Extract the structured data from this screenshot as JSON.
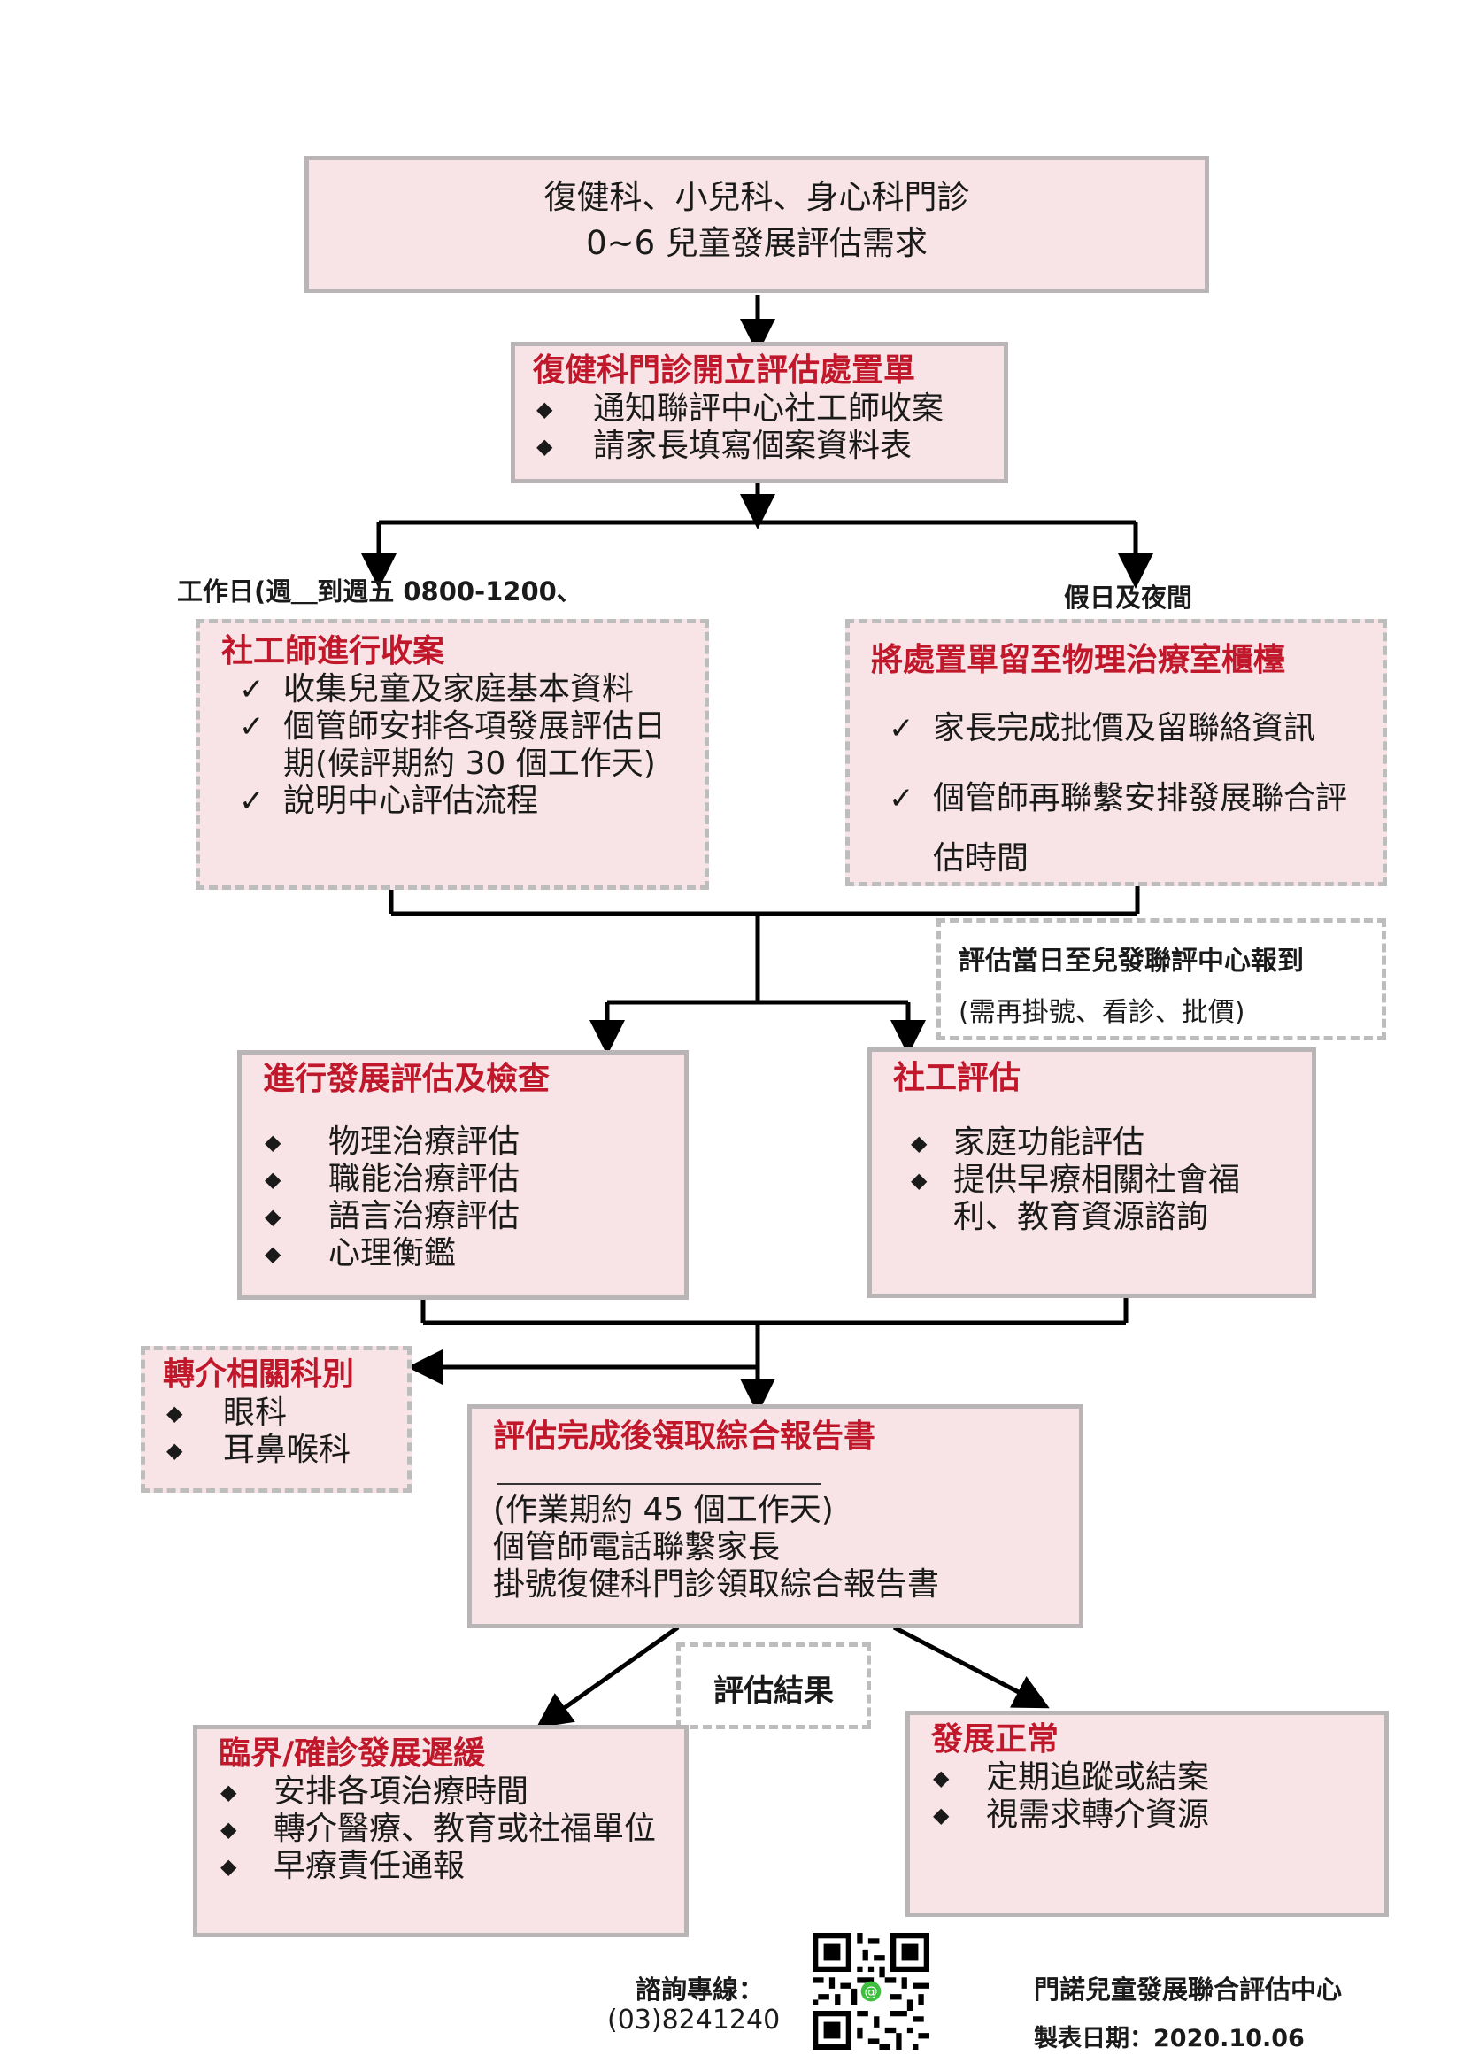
{
  "top": {
    "line1": "復健科、小兒科、身心科門診",
    "line2": "0~6 兒童發展評估需求"
  },
  "order": {
    "title": "復健科門診開立評估處置單",
    "items": [
      "通知聯評中心社工師收案",
      "請家長填寫個案資料表"
    ]
  },
  "branch_left_label": "工作日(週＿到週五 0800-1200、",
  "branch_right_label": "假日及夜間",
  "social_intake": {
    "title": "社工師進行收案",
    "items": [
      "收集兒童及家庭基本資料",
      "個管師安排各項發展評估日期(候評期約 30 個工作天)",
      "說明中心評估流程"
    ]
  },
  "counter": {
    "title": "將處置單留至物理治療室櫃檯",
    "items": [
      "家長完成批價及留聯絡資訊",
      "個管師再聯繫安排發展聯合評估時間"
    ]
  },
  "report_day": {
    "line1": "評估當日至兒發聯評中心報到",
    "line2": "(需再掛號、看診、批價)"
  },
  "dev_eval": {
    "title": "進行發展評估及檢查",
    "items": [
      "物理治療評估",
      "職能治療評估",
      "語言治療評估",
      "心理衡鑑"
    ]
  },
  "social_eval": {
    "title": "社工評估",
    "items": [
      "家庭功能評估",
      "提供早療相關社會福利、教育資源諮詢"
    ]
  },
  "referral": {
    "title": "轉介相關科別",
    "items": [
      "眼科",
      "耳鼻喉科"
    ]
  },
  "report": {
    "title": "評估完成後領取綜合報告書",
    "lines": [
      "(作業期約 45 個工作天)",
      "個管師電話聯繫家長",
      "掛號復健科門診領取綜合報告書"
    ]
  },
  "result_label": "評估結果",
  "delay": {
    "title": "臨界/確診發展遲緩",
    "items": [
      "安排各項治療時間",
      "轉介醫療、教育或社福單位",
      "早療責任通報"
    ]
  },
  "normal": {
    "title": "發展正常",
    "items": [
      "定期追蹤或結案",
      "視需求轉介資源"
    ]
  },
  "footer": {
    "hotline_label": "諮詢專線：",
    "hotline_number": "(03)8241240",
    "center_name": "門諾兒童發展聯合評估中心",
    "date": "製表日期：2020.10.06"
  },
  "colors": {
    "title_red": "#c0172b",
    "box_fill": "#f8e4e6",
    "border_gray": "#b9b4b5"
  },
  "icons": {
    "bullet": "diamond-bullet-icon",
    "check": "check-mark-icon",
    "qr": "qr-code-icon"
  }
}
